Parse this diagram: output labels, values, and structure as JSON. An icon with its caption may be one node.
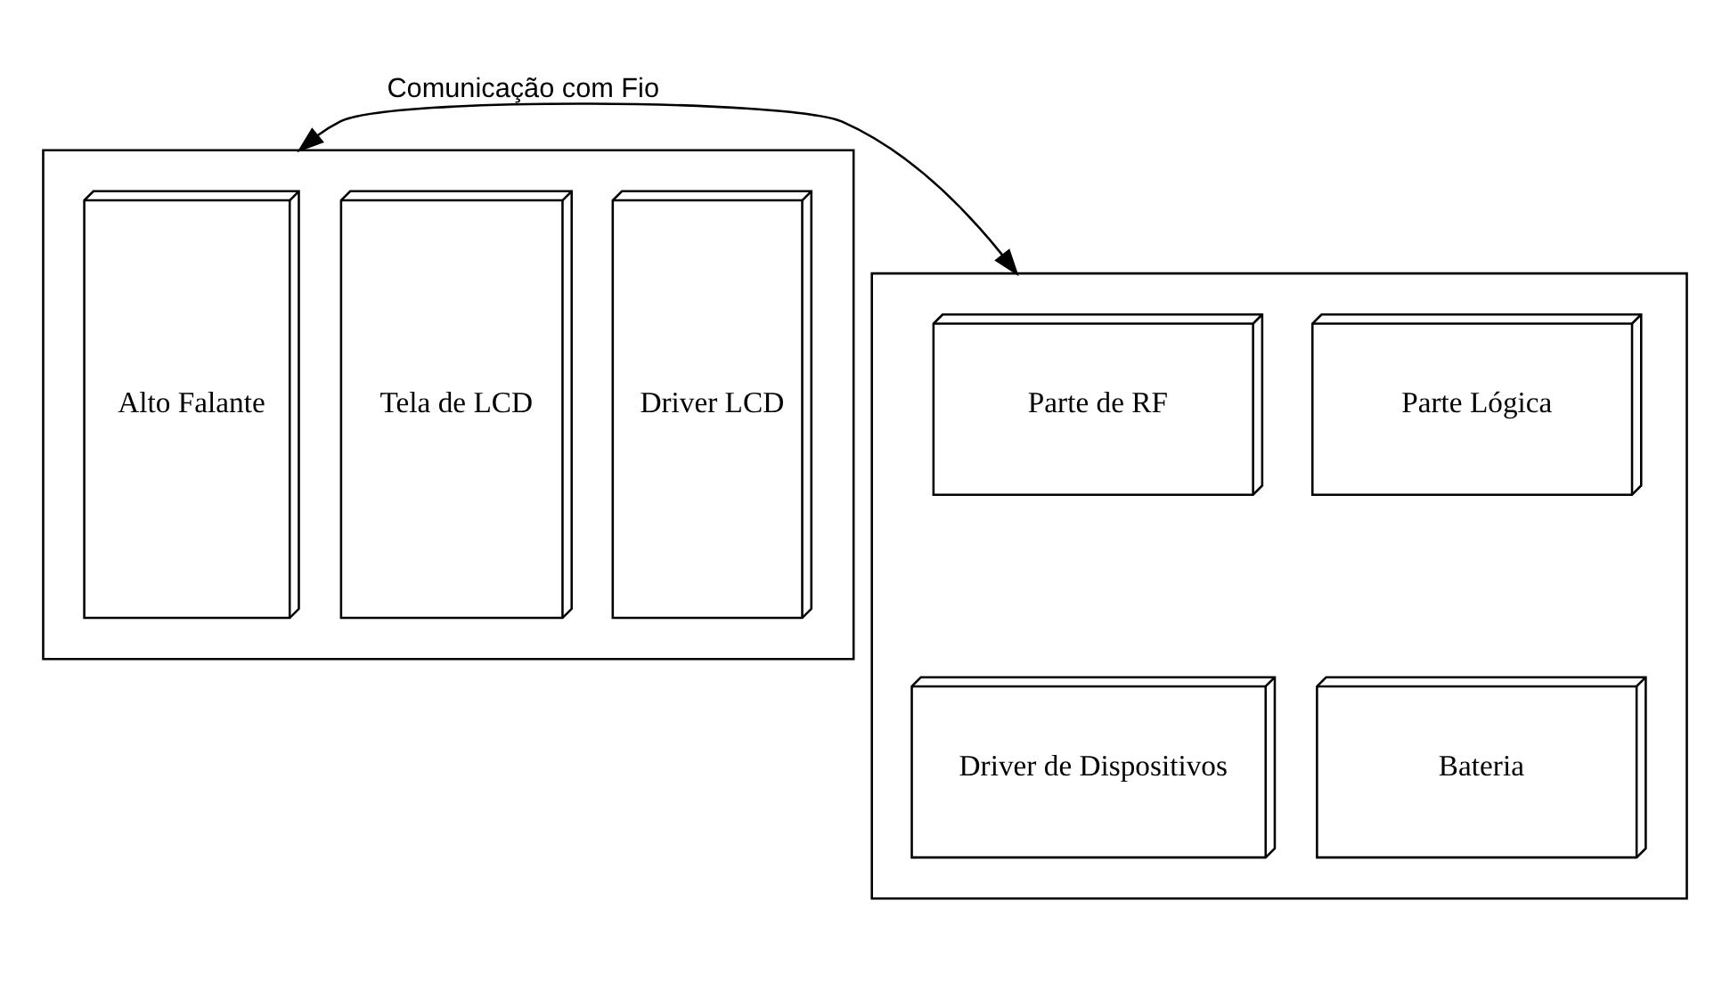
{
  "diagram": {
    "nodes": [
      {
        "text": [],
        "shape": "box"
      },
      {
        "text": [
          "Alto Falante"
        ],
        "in": 0
      },
      {
        "text": [
          "Tela de LCD"
        ],
        "in": 0
      },
      {
        "text": [
          "Driver LCD"
        ],
        "in": 0
      },
      {
        "text": [],
        "shape": "box"
      },
      {
        "text": [
          "Parte de RF"
        ],
        "in": 4
      },
      {
        "text": [
          "Parte Lógica"
        ],
        "in": 4
      },
      {
        "text": [
          "Driver de Dispositivos"
        ],
        "in": 4
      },
      {
        "text": [
          "Bateria"
        ],
        "in": 4
      }
    ],
    "edges": [
      {
        "from": 0,
        "to": 4,
        "arrow": "both",
        "label": "Comunicação com Fio"
      }
    ]
  }
}
